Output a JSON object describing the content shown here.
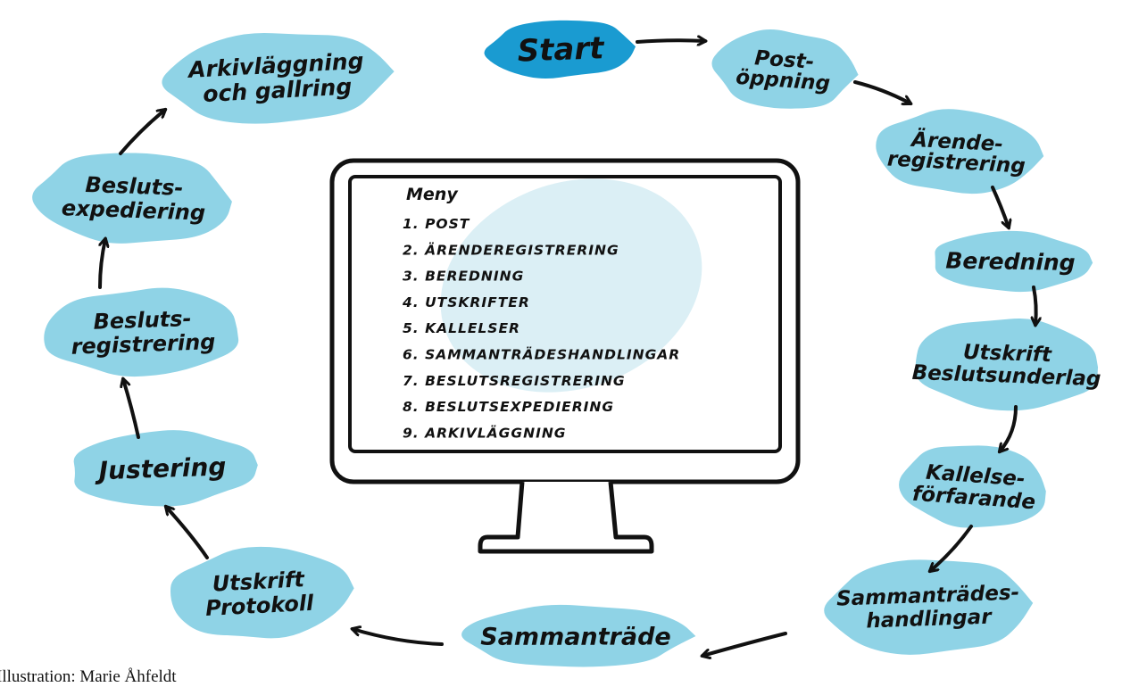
{
  "colors": {
    "blob": "#8fd3e6",
    "start_blob": "#1a9bd1",
    "start_text": "#ffffff",
    "ink": "#111111"
  },
  "start": {
    "label": "Start"
  },
  "steps": [
    {
      "id": "post",
      "lines": [
        "Post-",
        "öppning"
      ]
    },
    {
      "id": "arende",
      "lines": [
        "Ärende-",
        "registrering"
      ]
    },
    {
      "id": "beredning",
      "lines": [
        "Beredning"
      ]
    },
    {
      "id": "utskrift-beslutsunderlag",
      "lines": [
        "Utskrift",
        "Beslutsunderlag"
      ]
    },
    {
      "id": "kallelse",
      "lines": [
        "Kallelse-",
        "förfarande"
      ]
    },
    {
      "id": "sammantradeshandlingar",
      "lines": [
        "Sammanträdes-",
        "handlingar"
      ]
    },
    {
      "id": "sammantrade",
      "lines": [
        "Sammanträde"
      ]
    },
    {
      "id": "utskrift-protokoll",
      "lines": [
        "Utskrift",
        "Protokoll"
      ]
    },
    {
      "id": "justering",
      "lines": [
        "Justering"
      ]
    },
    {
      "id": "beslutsregistrering",
      "lines": [
        "Besluts-",
        "registrering"
      ]
    },
    {
      "id": "beslutsexpediering",
      "lines": [
        "Besluts-",
        "expediering"
      ]
    },
    {
      "id": "arkivlaggning",
      "lines": [
        "Arkivläggning",
        "och gallring"
      ]
    }
  ],
  "menu": {
    "title": "Meny",
    "items": [
      "1. POST",
      "2. ÄRENDEREGISTRERING",
      "3. BEREDNING",
      "4. UTSKRIFTER",
      "5. KALLELSER",
      "6. SAMMANTRÄDESHANDLINGAR",
      "7. BESLUTSREGISTRERING",
      "8. BESLUTSEXPEDIERING",
      "9. ARKIVLÄGGNING"
    ]
  },
  "credit": "Illustration: Marie Åhfeldt"
}
